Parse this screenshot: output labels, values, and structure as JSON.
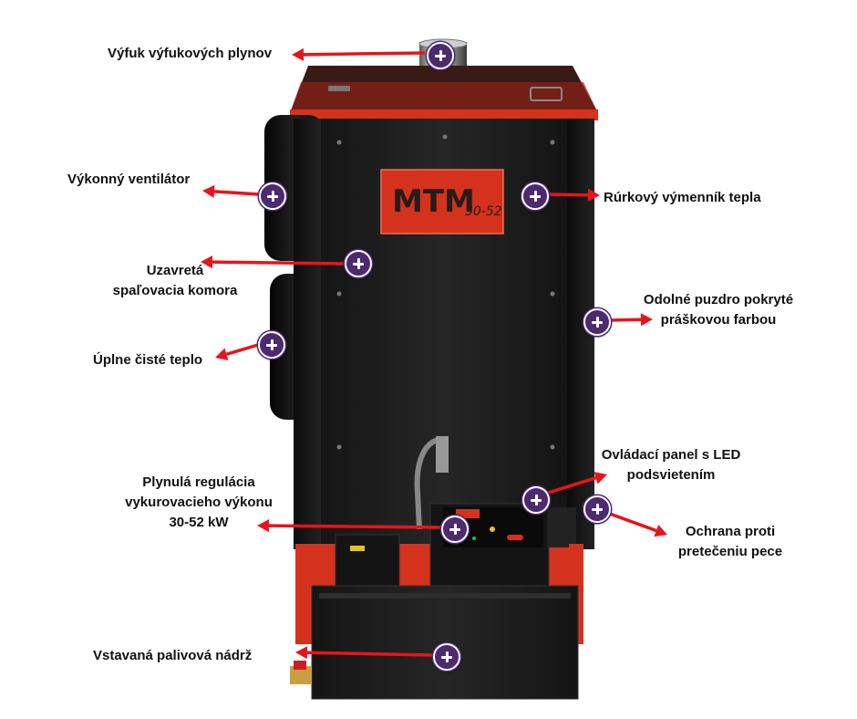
{
  "logo": {
    "brand": "MTM",
    "model": "30-52"
  },
  "annotations": [
    {
      "id": "exhaust",
      "lines": [
        "Výfuk výfukových plynov"
      ]
    },
    {
      "id": "fan",
      "lines": [
        "Výkonný ventilátor"
      ]
    },
    {
      "id": "heat-exchanger",
      "lines": [
        "Rúrkový výmenník tepla"
      ]
    },
    {
      "id": "combustion-chamber",
      "lines": [
        "Uzavretá",
        "spaľovacia komora"
      ]
    },
    {
      "id": "casing",
      "lines": [
        "Odolné puzdro pokryté",
        "práškovou farbou"
      ]
    },
    {
      "id": "clean-heat",
      "lines": [
        "Úplne čisté teplo"
      ]
    },
    {
      "id": "control-panel",
      "lines": [
        "Ovládací panel s LED",
        "podsvietením"
      ]
    },
    {
      "id": "overflow-protection",
      "lines": [
        "Ochrana proti",
        "pretečeniu pece"
      ]
    },
    {
      "id": "power-regulation",
      "lines": [
        "Plynulá regulácia",
        "vykurovacieho výkonu",
        "30-52 kW"
      ]
    },
    {
      "id": "fuel-tank",
      "lines": [
        "Vstavaná palivová nádrž"
      ]
    }
  ],
  "colors": {
    "arrow": "#e8141b",
    "hotspot": "#4b2a6e",
    "body": "#1c1c1c",
    "accent": "#d4321c"
  }
}
